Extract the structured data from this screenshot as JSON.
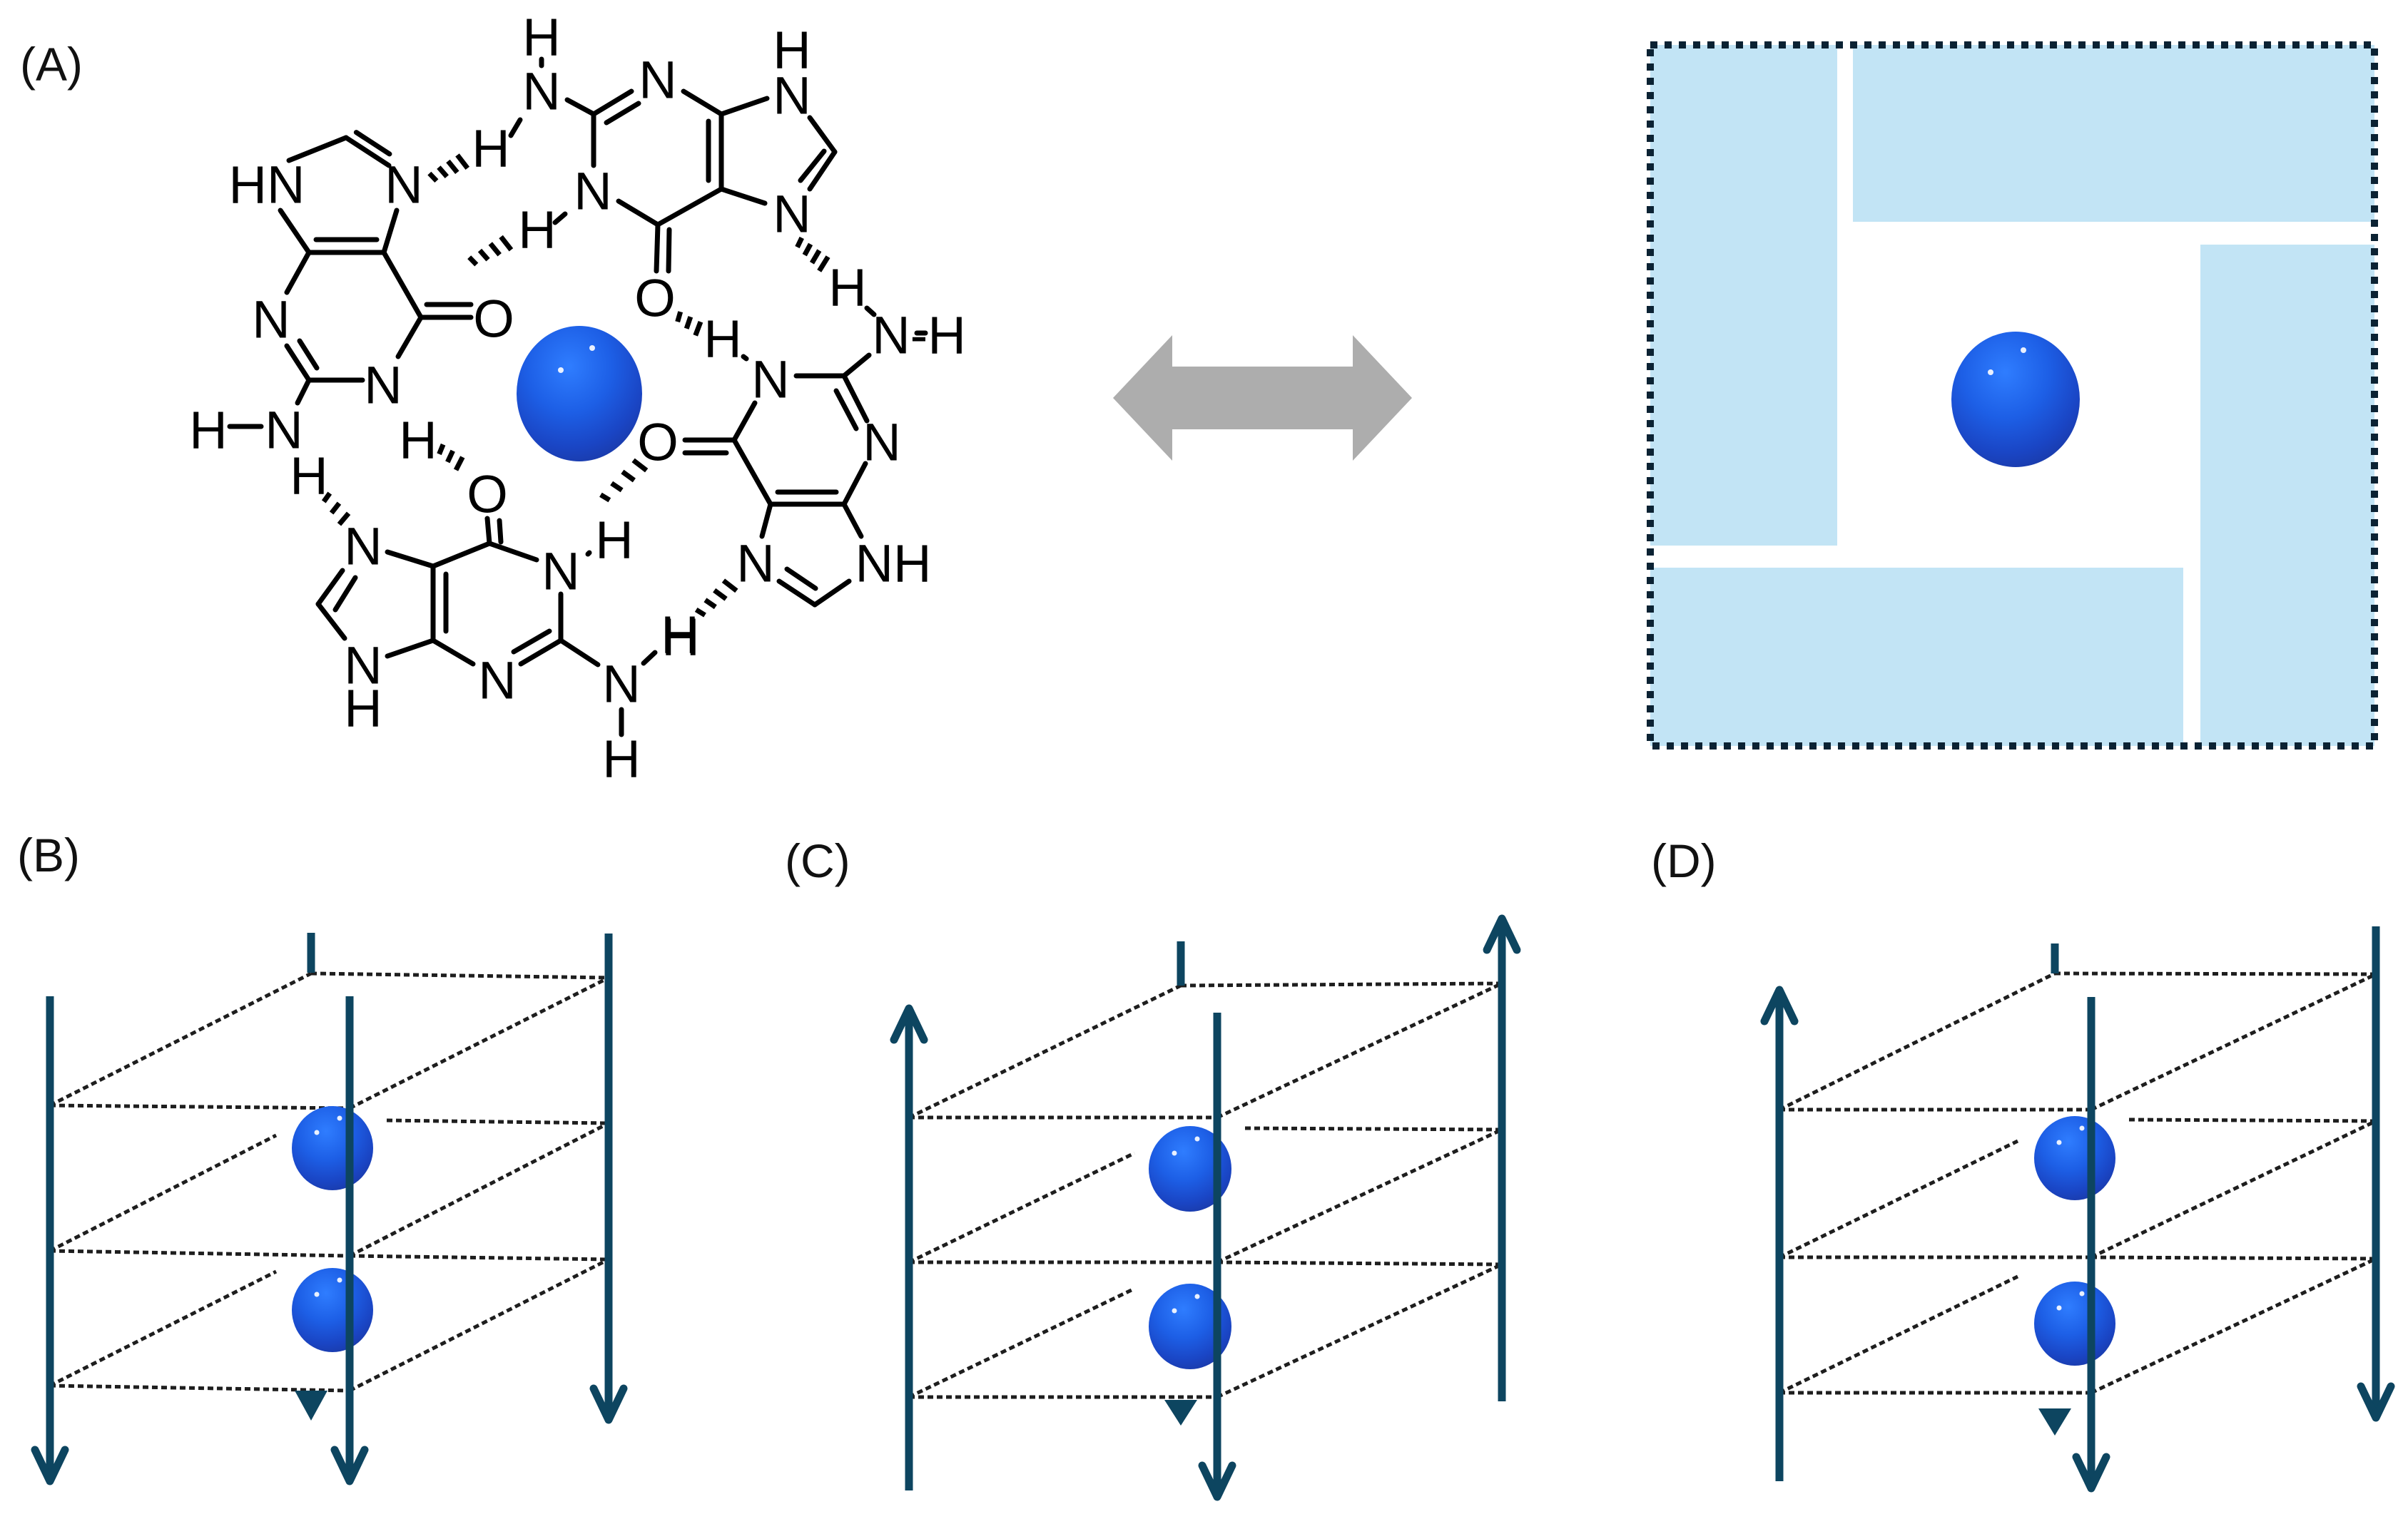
{
  "figure": {
    "panels": [
      {
        "id": "A",
        "label": "(A)",
        "title": "G-quartet with central metal cation",
        "content": "Four guanine bases linked by Hoogsteen hydrogen bonds around a central cation"
      },
      {
        "id": "A-right",
        "label": "",
        "title": "Schematic G-quartet",
        "content": "Four rectangular guanine blocks arranged around a central cation, enclosed by a dotted square"
      },
      {
        "id": "B",
        "label": "(B)",
        "title": "Parallel G-quadruplex",
        "strand_directions": [
          "down",
          "down",
          "down",
          "down"
        ],
        "tetrads": 3,
        "cations": 2
      },
      {
        "id": "C",
        "label": "(C)",
        "title": "Antiparallel G-quadruplex",
        "strand_directions": [
          "up",
          "down",
          "down",
          "up"
        ],
        "tetrads": 3,
        "cations": 2
      },
      {
        "id": "D",
        "label": "(D)",
        "title": "Hybrid G-quadruplex",
        "strand_directions": [
          "up",
          "down",
          "down",
          "down"
        ],
        "tetrads": 3,
        "cations": 2
      }
    ],
    "equivalence_arrow": "double-headed arrow",
    "colors": {
      "strand": "#0d4560",
      "cation": "#1f5fe8",
      "tetrad_block": "#c2e4f5",
      "arrow": "#adadad",
      "border": "#0b2233"
    }
  },
  "labels": {
    "a": "(A)",
    "b": "(B)",
    "c": "(C)",
    "d": "(D)"
  },
  "atoms": {
    "g1": {
      "hn9": "HN",
      "n7": "N",
      "n3": "N",
      "n1": "N",
      "o6": "O",
      "n2": "N",
      "h2a": "H",
      "h1": "H",
      "h2b": "H"
    },
    "g2": {
      "h2a": "H",
      "n2": "N",
      "h2b": "H",
      "n3": "N",
      "n9": "N",
      "h9": "H",
      "n7": "N",
      "n1": "N",
      "h1": "H",
      "o6": "O"
    },
    "g3": {
      "h1": "H",
      "n1": "N",
      "n2": "N-H",
      "h2a": "H",
      "n3": "N",
      "o6": "O",
      "n7": "N",
      "n9": "NH",
      "h2b": "H"
    },
    "g4": {
      "o6": "O",
      "n7": "N",
      "n9": "N",
      "h9": "H",
      "n3": "N",
      "n1": "N",
      "h1": "H",
      "n2": "N",
      "h2a": "H",
      "h2b": "H"
    }
  }
}
